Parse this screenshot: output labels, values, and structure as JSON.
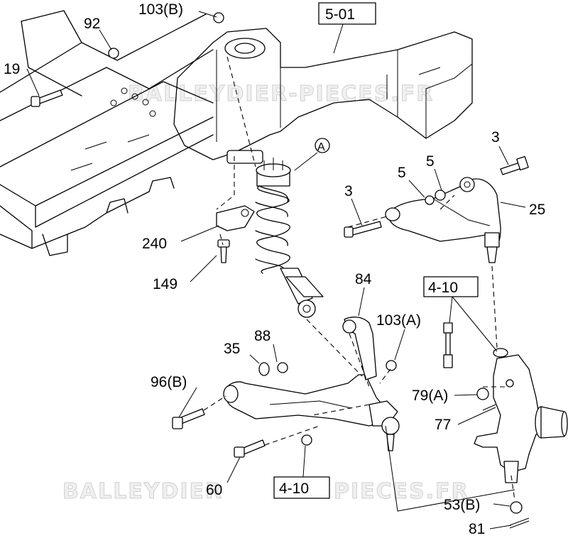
{
  "labels": {
    "p103b": "103(B)",
    "p92": "92",
    "p19": "19",
    "ref_frame": "5-01",
    "callout_a": "A",
    "p3_top": "3",
    "p5_a": "5",
    "p5_b": "5",
    "p3_left": "3",
    "p25": "25",
    "p240": "240",
    "p149": "149",
    "p84": "84",
    "ref_stabilizer_top": "4-10",
    "p103a": "103(A)",
    "p88": "88",
    "p35": "35",
    "p96b": "96(B)",
    "p79a": "79(A)",
    "p77": "77",
    "p60": "60",
    "ref_stabilizer_bottom": "4-10",
    "p53b": "53(B)",
    "p81": "81"
  },
  "watermark": {
    "top": "BALLEYDIER-PIECES.FR",
    "bottom_left": "BALLEYDIER",
    "bottom_right": "PIECES.FR"
  },
  "colors": {
    "ink": "#000000",
    "paper": "#ffffff",
    "watermark": "#d0d0d0"
  }
}
